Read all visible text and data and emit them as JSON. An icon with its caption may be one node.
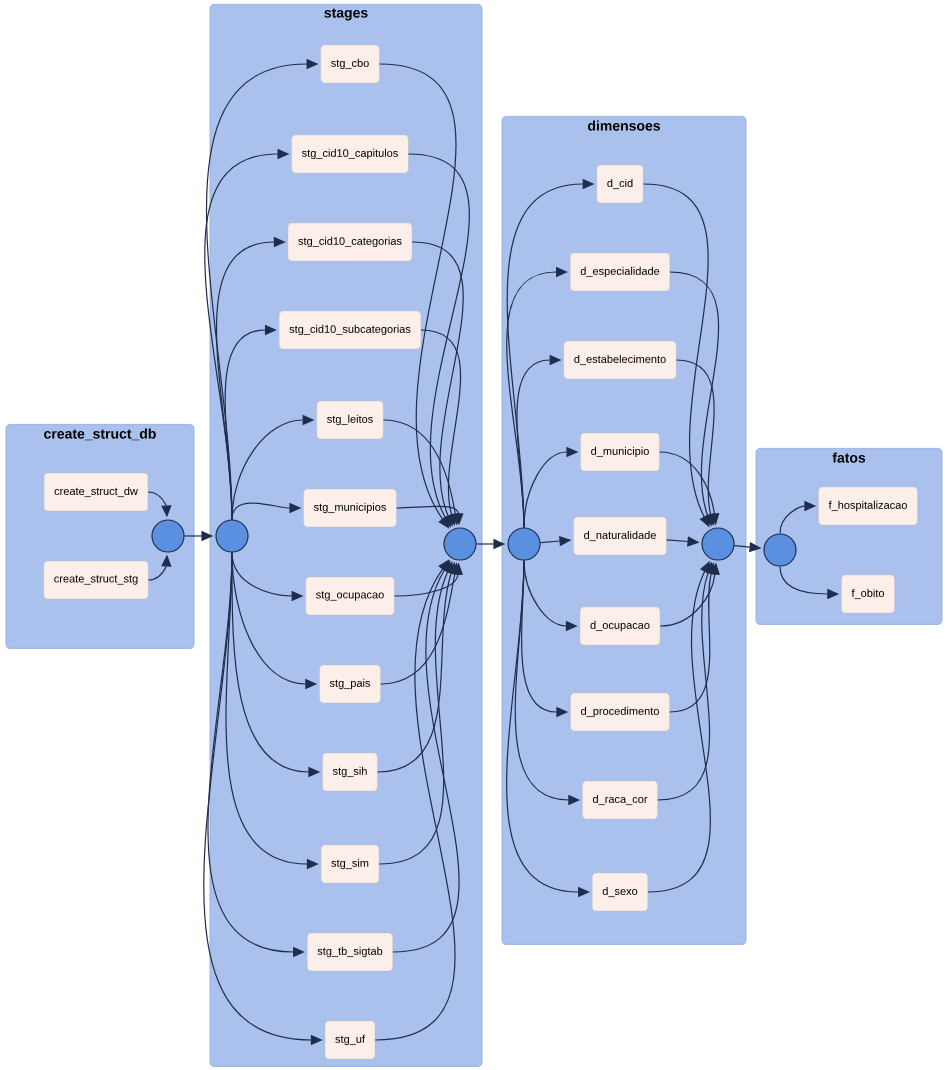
{
  "diagram": {
    "nodes": [
      {
        "text": [
          "create_struct_db"
        ]
      },
      {
        "text": [
          "create_struct_dw"
        ],
        "in": 0
      },
      {
        "text": [
          "create_struct_stg"
        ],
        "in": 0
      },
      {
        "text": [],
        "shape": "circle",
        "in": 0
      },
      {
        "text": [
          "stages"
        ]
      },
      {
        "text": [],
        "shape": "circle",
        "in": 4
      },
      {
        "text": [
          "stg_cbo"
        ],
        "in": 4
      },
      {
        "text": [
          "stg_cid10_capitulos"
        ],
        "in": 4
      },
      {
        "text": [
          "stg_cid10_categorias"
        ],
        "in": 4
      },
      {
        "text": [
          "stg_cid10_subcategorias"
        ],
        "in": 4
      },
      {
        "text": [
          "stg_leitos"
        ],
        "in": 4
      },
      {
        "text": [
          "stg_municipios"
        ],
        "in": 4
      },
      {
        "text": [
          "stg_ocupacao"
        ],
        "in": 4
      },
      {
        "text": [
          "stg_pais"
        ],
        "in": 4
      },
      {
        "text": [
          "stg_sih"
        ],
        "in": 4
      },
      {
        "text": [
          "stg_sim"
        ],
        "in": 4
      },
      {
        "text": [
          "stg_tb_sigtab"
        ],
        "in": 4
      },
      {
        "text": [
          "stg_uf"
        ],
        "in": 4
      },
      {
        "text": [],
        "shape": "circle",
        "in": 4
      },
      {
        "text": [
          "dimensoes"
        ]
      },
      {
        "text": [],
        "shape": "circle",
        "in": 19
      },
      {
        "text": [
          "d_cid"
        ],
        "in": 19
      },
      {
        "text": [
          "d_especialidade"
        ],
        "in": 19
      },
      {
        "text": [
          "d_estabelecimento"
        ],
        "in": 19
      },
      {
        "text": [
          "d_municipio"
        ],
        "in": 19
      },
      {
        "text": [
          "d_naturalidade"
        ],
        "in": 19
      },
      {
        "text": [
          "d_ocupacao"
        ],
        "in": 19
      },
      {
        "text": [
          "d_procedimento"
        ],
        "in": 19
      },
      {
        "text": [
          "d_raca_cor"
        ],
        "in": 19
      },
      {
        "text": [
          "d_sexo"
        ],
        "in": 19
      },
      {
        "text": [],
        "shape": "circle",
        "in": 19
      },
      {
        "text": [
          "fatos"
        ]
      },
      {
        "text": [],
        "shape": "circle",
        "in": 31
      },
      {
        "text": [
          "f_hospitalizacao"
        ],
        "in": 31
      },
      {
        "text": [
          "f_obito"
        ],
        "in": 31
      }
    ],
    "edges": [
      {
        "from": 1,
        "to": 3,
        "arrow": "to"
      },
      {
        "from": 2,
        "to": 3,
        "arrow": "to"
      },
      {
        "from": 3,
        "to": 5,
        "arrow": "to"
      },
      {
        "from": 5,
        "to": 6,
        "arrow": "to"
      },
      {
        "from": 5,
        "to": 7,
        "arrow": "to"
      },
      {
        "from": 5,
        "to": 8,
        "arrow": "to"
      },
      {
        "from": 5,
        "to": 9,
        "arrow": "to"
      },
      {
        "from": 5,
        "to": 10,
        "arrow": "to"
      },
      {
        "from": 5,
        "to": 11,
        "arrow": "to"
      },
      {
        "from": 5,
        "to": 12,
        "arrow": "to"
      },
      {
        "from": 5,
        "to": 13,
        "arrow": "to"
      },
      {
        "from": 5,
        "to": 14,
        "arrow": "to"
      },
      {
        "from": 5,
        "to": 15,
        "arrow": "to"
      },
      {
        "from": 5,
        "to": 16,
        "arrow": "to"
      },
      {
        "from": 5,
        "to": 17,
        "arrow": "to"
      },
      {
        "from": 6,
        "to": 18,
        "arrow": "to"
      },
      {
        "from": 7,
        "to": 18,
        "arrow": "to"
      },
      {
        "from": 8,
        "to": 18,
        "arrow": "to"
      },
      {
        "from": 9,
        "to": 18,
        "arrow": "to"
      },
      {
        "from": 10,
        "to": 18,
        "arrow": "to"
      },
      {
        "from": 11,
        "to": 18,
        "arrow": "to"
      },
      {
        "from": 12,
        "to": 18,
        "arrow": "to"
      },
      {
        "from": 13,
        "to": 18,
        "arrow": "to"
      },
      {
        "from": 14,
        "to": 18,
        "arrow": "to"
      },
      {
        "from": 15,
        "to": 18,
        "arrow": "to"
      },
      {
        "from": 16,
        "to": 18,
        "arrow": "to"
      },
      {
        "from": 17,
        "to": 18,
        "arrow": "to"
      },
      {
        "from": 18,
        "to": 20,
        "arrow": "to"
      },
      {
        "from": 20,
        "to": 21,
        "arrow": "to"
      },
      {
        "from": 20,
        "to": 22,
        "arrow": "to"
      },
      {
        "from": 20,
        "to": 23,
        "arrow": "to"
      },
      {
        "from": 20,
        "to": 24,
        "arrow": "to"
      },
      {
        "from": 20,
        "to": 25,
        "arrow": "to"
      },
      {
        "from": 20,
        "to": 26,
        "arrow": "to"
      },
      {
        "from": 20,
        "to": 27,
        "arrow": "to"
      },
      {
        "from": 20,
        "to": 28,
        "arrow": "to"
      },
      {
        "from": 20,
        "to": 29,
        "arrow": "to"
      },
      {
        "from": 21,
        "to": 30,
        "arrow": "to"
      },
      {
        "from": 22,
        "to": 30,
        "arrow": "to"
      },
      {
        "from": 23,
        "to": 30,
        "arrow": "to"
      },
      {
        "from": 24,
        "to": 30,
        "arrow": "to"
      },
      {
        "from": 25,
        "to": 30,
        "arrow": "to"
      },
      {
        "from": 26,
        "to": 30,
        "arrow": "to"
      },
      {
        "from": 27,
        "to": 30,
        "arrow": "to"
      },
      {
        "from": 28,
        "to": 30,
        "arrow": "to"
      },
      {
        "from": 29,
        "to": 30,
        "arrow": "to"
      },
      {
        "from": 30,
        "to": 32,
        "arrow": "to"
      },
      {
        "from": 32,
        "to": 33,
        "arrow": "to"
      },
      {
        "from": 32,
        "to": 34,
        "arrow": "to"
      }
    ]
  }
}
